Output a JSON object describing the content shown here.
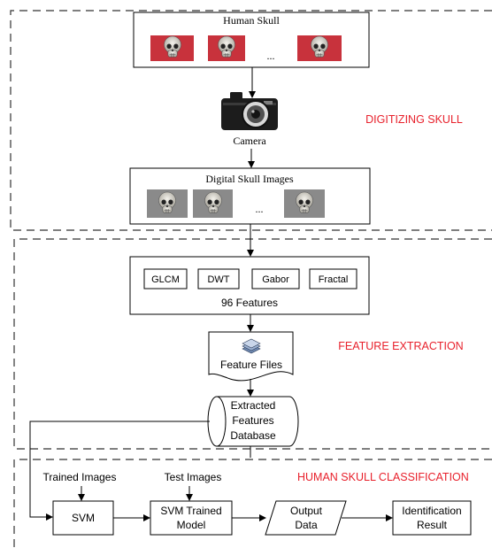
{
  "sections": {
    "digitizing": "DIGITIZING SKULL",
    "feature_extraction": "FEATURE EXTRACTION",
    "classification": "HUMAN SKULL CLASSIFICATION"
  },
  "nodes": {
    "human_skull": "Human Skull",
    "camera": "Camera",
    "digital_skull_images": "Digital Skull Images",
    "ellipsis": "...",
    "glcm": "GLCM",
    "dwt": "DWT",
    "gabor": "Gabor",
    "fractal": "Fractal",
    "features_count": "96 Features",
    "feature_files": "Feature Files",
    "database": [
      "Extracted",
      "Features",
      "Database"
    ],
    "trained_images": "Trained Images",
    "test_images": "Test Images",
    "svm": "SVM",
    "svm_trained_model": [
      "SVM Trained",
      "Model"
    ],
    "output_data": [
      "Output",
      "Data"
    ],
    "identification_result": [
      "Identification",
      "Result"
    ]
  },
  "colors": {
    "section_label": "#e8212c",
    "skull_photo_bg": "#c8323c",
    "gray_photo_bg": "#8a8a8a"
  }
}
